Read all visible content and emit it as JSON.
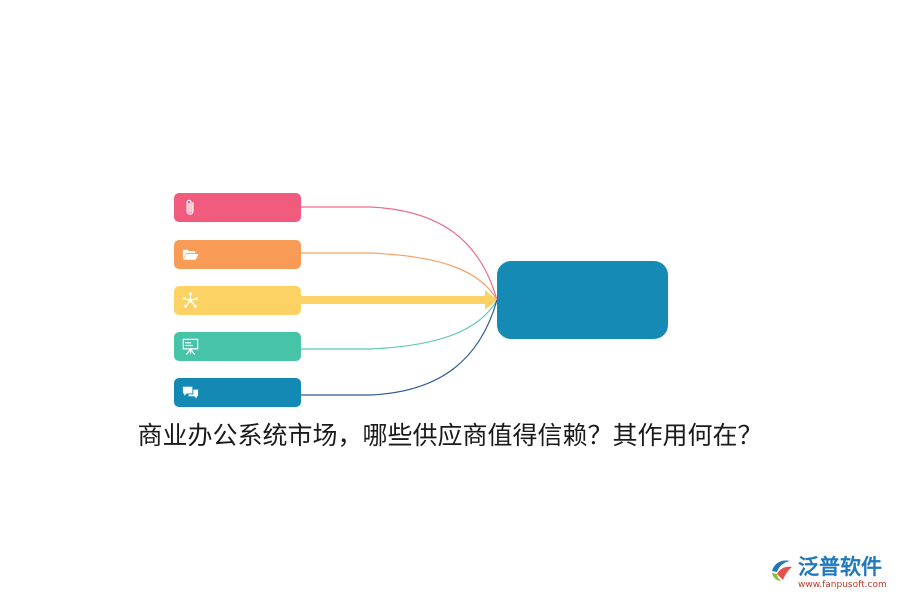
{
  "caption": "商业办公系统市场，哪些供应商值得信赖？其作用何在？",
  "nodes": [
    {
      "id": "attachment",
      "icon": "paperclip-icon",
      "color": "#f05b7e",
      "line_color": "#ee6d89"
    },
    {
      "id": "folder",
      "icon": "folder-open-icon",
      "color": "#f79b56",
      "line_color": "#f5a166"
    },
    {
      "id": "network",
      "icon": "network-icon",
      "color": "#fdd264",
      "line_color": "#fdd264"
    },
    {
      "id": "presentation",
      "icon": "presentation-board-icon",
      "color": "#47c4a8",
      "line_color": "#5cc9ad"
    },
    {
      "id": "chat",
      "icon": "chat-bubbles-icon",
      "color": "#1489b4",
      "line_color": "#2f5a96"
    }
  ],
  "center": {
    "color": "#158ab5"
  },
  "brand": {
    "name": "泛普软件",
    "url": "www.fanpusoft.com",
    "color": "#2079b8"
  }
}
